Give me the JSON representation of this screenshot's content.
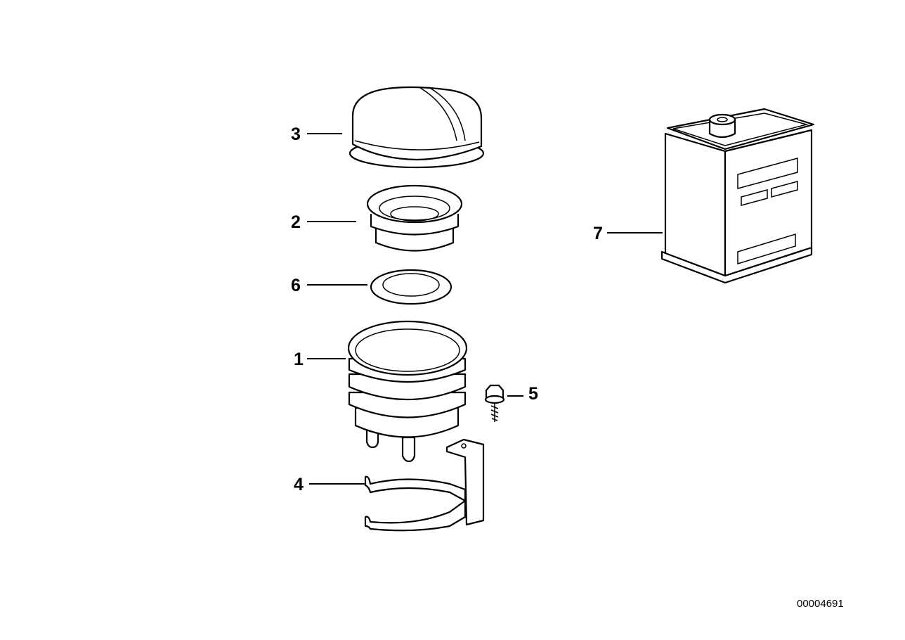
{
  "diagram": {
    "callouts": [
      {
        "id": "3",
        "label": "3"
      },
      {
        "id": "2",
        "label": "2"
      },
      {
        "id": "6",
        "label": "6"
      },
      {
        "id": "1",
        "label": "1"
      },
      {
        "id": "5",
        "label": "5"
      },
      {
        "id": "4",
        "label": "4"
      },
      {
        "id": "7",
        "label": "7"
      }
    ],
    "document_number": "00004691"
  }
}
